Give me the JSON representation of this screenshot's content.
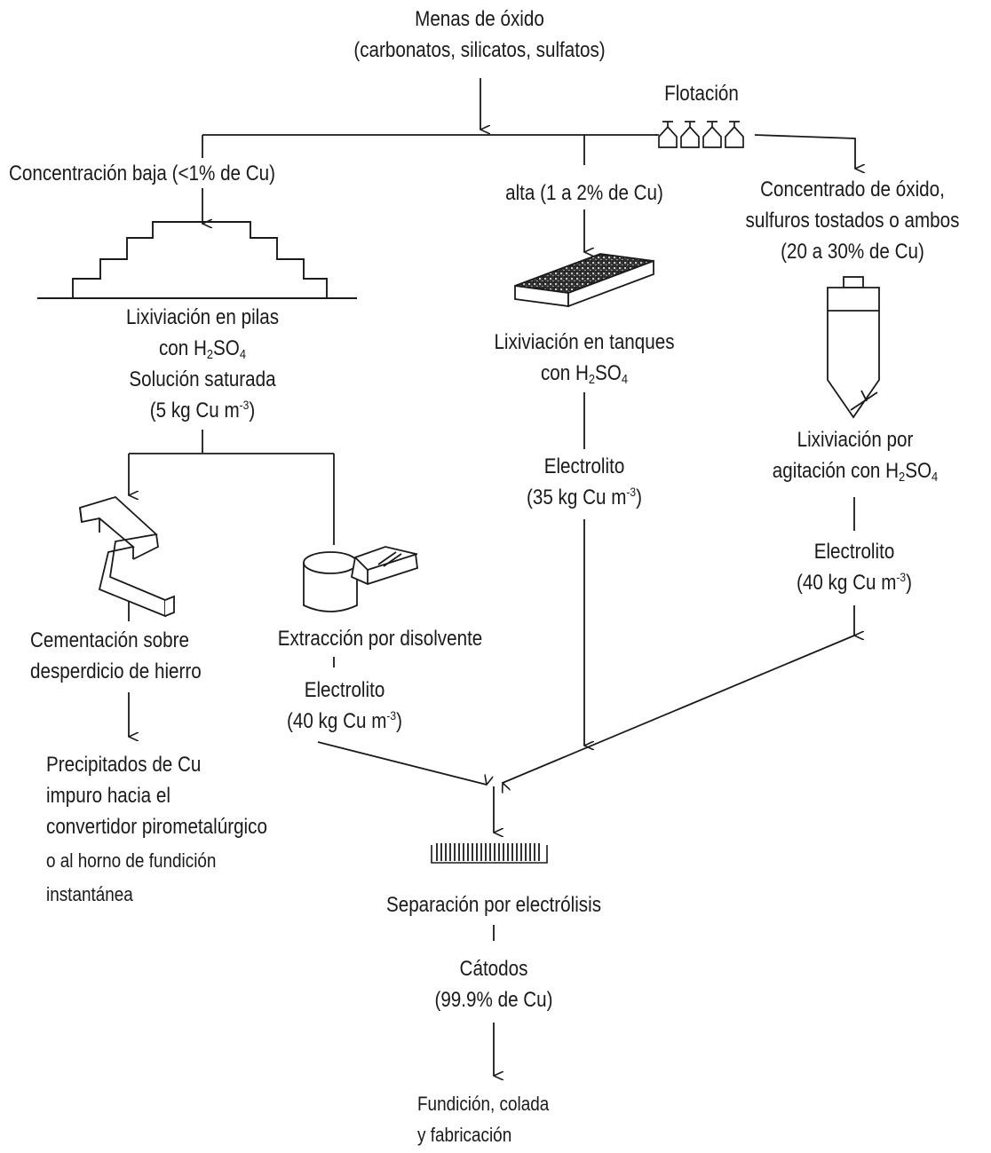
{
  "nodes": {
    "ore": {
      "line1": "Menas de óxido",
      "line2": "(carbonatos, silicatos, sulfatos)"
    },
    "flotation": {
      "label": "Flotación"
    },
    "low_conc": {
      "label": "Concentración baja (<1% de Cu)"
    },
    "high_conc": {
      "label": "alta (1 a 2% de Cu)"
    },
    "concentrate": {
      "line1": "Concentrado de óxido,",
      "line2": "sulfuros tostados o ambos",
      "line3": "(20 a 30% de Cu)"
    },
    "heap": {
      "line1": "Lixiviación en pilas",
      "line2_prefix": "con H",
      "line2_sub1": "2",
      "line2_mid": "SO",
      "line2_sub2": "4",
      "line3": "Solución saturada",
      "line4_prefix": "(5 kg Cu m",
      "line4_sup": "-3",
      "line4_suffix": ")"
    },
    "tank": {
      "line1": "Lixiviación en tanques",
      "line2_prefix": "con H",
      "line2_sub1": "2",
      "line2_mid": "SO",
      "line2_sub2": "4"
    },
    "agitation": {
      "line1": "Lixiviación por",
      "line2_prefix": "agitación con H",
      "line2_sub1": "2",
      "line2_mid": "SO",
      "line2_sub2": "4"
    },
    "electrolyte_mid": {
      "line1": "Electrolito",
      "line2_prefix": "(35 kg Cu m",
      "line2_sup": "-3",
      "line2_suffix": ")"
    },
    "electrolyte_right": {
      "line1": "Electrolito",
      "line2_prefix": "(40 kg Cu m",
      "line2_sup": "-3",
      "line2_suffix": ")"
    },
    "cementation": {
      "line1": "Cementación sobre",
      "line2": "desperdicio de hierro"
    },
    "solvent": {
      "line1": "Extracción por disolvente"
    },
    "electrolyte_left": {
      "line1": "Electrolito",
      "line2_prefix": "(40 kg Cu m",
      "line2_sup": "-3",
      "line2_suffix": ")"
    },
    "precipitates": {
      "line1": "Precipitados de Cu",
      "line2": "impuro hacia el",
      "line3": "convertidor pirometalúrgico",
      "line4": "o al horno de fundición",
      "line5": "instantánea"
    },
    "electrowinning": {
      "label": "Separación por electrólisis"
    },
    "cathodes": {
      "line1": "Cátodos",
      "line2": "(99.9% de Cu)"
    },
    "casting": {
      "line1": "Fundición, colada",
      "line2": "y fabricación"
    }
  }
}
